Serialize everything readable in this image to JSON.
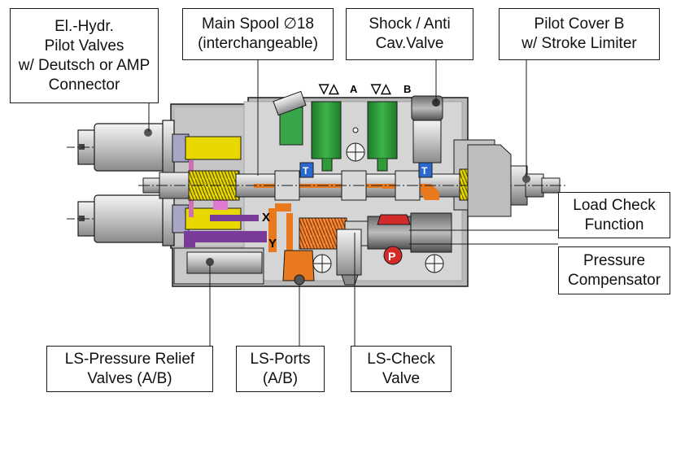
{
  "callouts": {
    "pilot_valves": "El.-Hydr.\nPilot Valves\nw/ Deutsch or AMP\nConnector",
    "main_spool": "Main Spool ∅18\n(interchangeable)",
    "shock_valve": "Shock / Anti\nCav.Valve",
    "pilot_cover": "Pilot Cover B\nw/ Stroke Limiter",
    "load_check": "Load Check\nFunction",
    "pressure_comp": "Pressure\nCompensator",
    "ls_relief": "LS-Pressure Relief\nValves (A/B)",
    "ls_ports": "LS-Ports\n(A/B)",
    "ls_check": "LS-Check\nValve"
  },
  "ports": {
    "a_symbol": "▽△",
    "a_label": "A",
    "b_symbol": "▽△",
    "b_label": "B",
    "x_label": "X",
    "y_label": "Y",
    "p_label": "P",
    "t1_label": "T",
    "t2_label": "T"
  },
  "colors": {
    "body": "#b4b4b4",
    "body_light": "#d6d6d6",
    "spool": "#f0a25c",
    "green_solenoid": "#2f9a3a",
    "yellow_spring": "#e8d800",
    "orange_spring": "#e46a1a",
    "purple_channel": "#7a3a9a",
    "blue_t": "#2a6ad0",
    "red_p": "#d42a2a",
    "outline": "#1a1a1a"
  }
}
